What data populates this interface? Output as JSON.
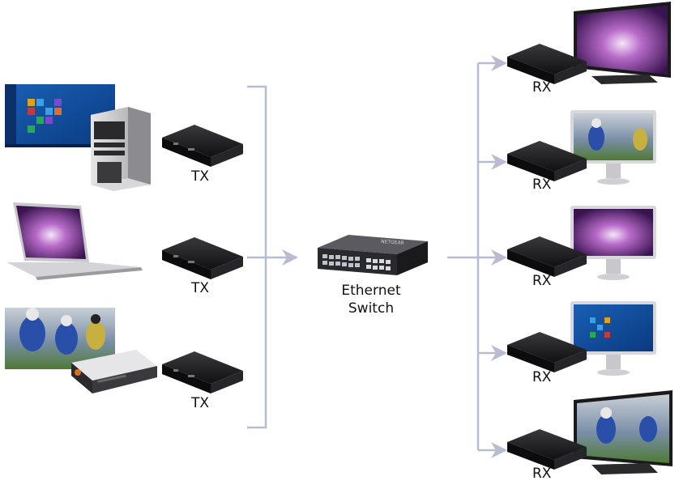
{
  "sources": {
    "tx_label_1": "TX",
    "tx_label_2": "TX",
    "tx_label_3": "TX"
  },
  "switch": {
    "brand": "NETGEAR",
    "label_line1": "Ethernet",
    "label_line2": "Switch"
  },
  "receivers": {
    "rx_label_1": "RX",
    "rx_label_2": "RX",
    "rx_label_3": "RX",
    "rx_label_4": "RX",
    "rx_label_5": "RX"
  },
  "colors": {
    "connector": "#b8bcd0",
    "device_body": "#1c1c1e",
    "screen_purple": "#8a3aa8",
    "screen_blue": "#1e6bc4",
    "football_field": "#5b8a3a"
  }
}
